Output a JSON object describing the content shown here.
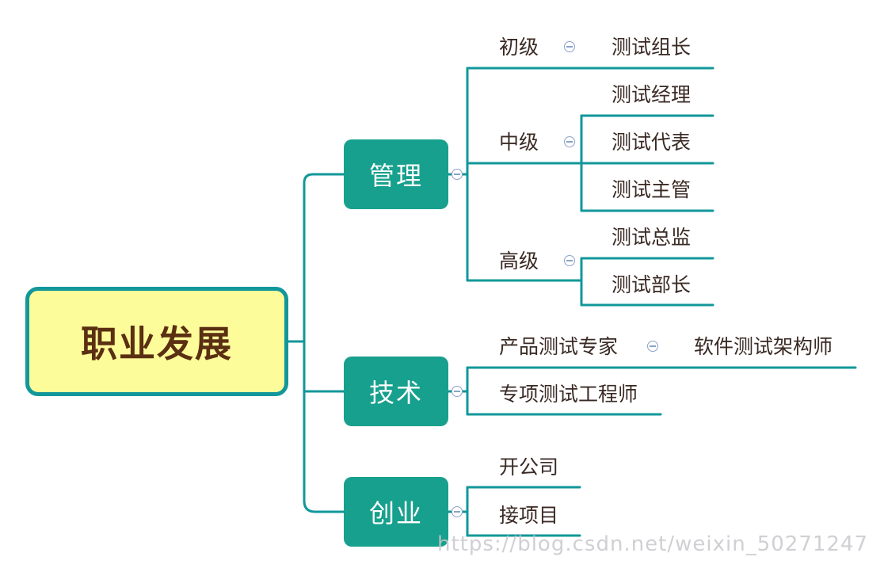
{
  "root": {
    "label": "职业发展"
  },
  "branches": {
    "management": {
      "label": "管理",
      "levels": {
        "junior": {
          "label": "初级",
          "roles": [
            "测试组长"
          ]
        },
        "middle": {
          "label": "中级",
          "roles": [
            "测试经理",
            "测试代表",
            "测试主管"
          ]
        },
        "senior": {
          "label": "高级",
          "roles": [
            "测试总监",
            "测试部长"
          ]
        }
      }
    },
    "technical": {
      "label": "技术",
      "items": [
        {
          "label": "产品测试专家",
          "child": "软件测试架构师"
        },
        {
          "label": "专项测试工程师"
        }
      ]
    },
    "entrepreneurship": {
      "label": "创业",
      "items": [
        "开公司",
        "接项目"
      ]
    }
  },
  "watermark": "https://blog.csdn.net/weixin_50271247",
  "colors": {
    "connector": "#12979a",
    "branch_fill": "#17a08d",
    "root_fill": "#fdfc9a",
    "root_text": "#5a2f12",
    "collapse_icon": "#8aa2c8"
  }
}
